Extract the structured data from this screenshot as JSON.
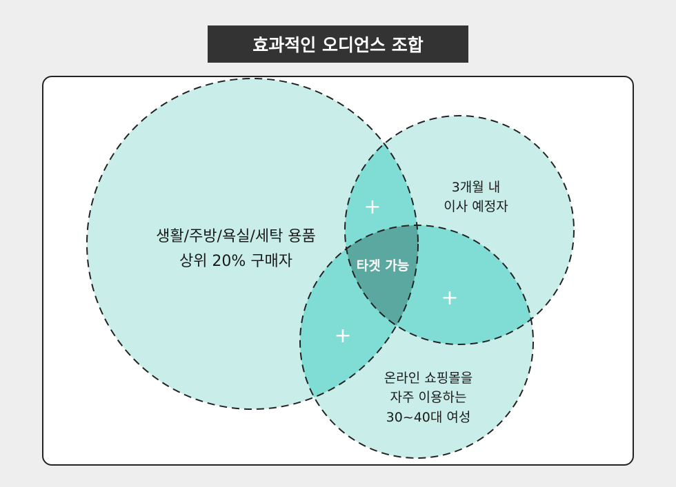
{
  "title": "효과적인 오디언스 조합",
  "sets": {
    "a": {
      "lines": [
        "생활/주방/욕실/세탁 용품",
        "상위 20% 구매자"
      ]
    },
    "b": {
      "lines": [
        "3개월 내",
        "이사 예정자"
      ]
    },
    "c": {
      "lines": [
        "온라인 쇼핑몰을",
        "자주 이용하는",
        "30~40대 여성"
      ]
    }
  },
  "center_label": "타겟 가능",
  "pair_marker": "+",
  "colors": {
    "circle_fill": "#c9eeea",
    "pair_overlap": "#7fddd5",
    "center_overlap": "#5aa8a0",
    "stroke": "#222222",
    "title_bg": "#333333"
  }
}
